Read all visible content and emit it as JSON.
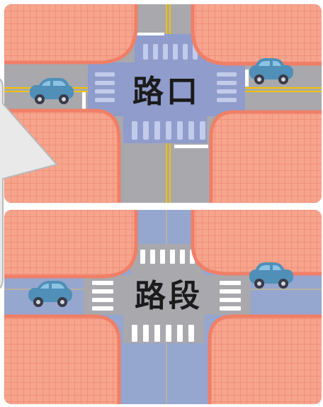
{
  "panels": {
    "top": {
      "label": "路口"
    },
    "bottom": {
      "label": "路段"
    }
  },
  "icons": [
    "car-icon",
    "crosswalk",
    "city-block"
  ],
  "colors": {
    "block_fill": "#f7a48d",
    "block_border": "#f07f67",
    "grid_line": "#e97e67",
    "road_gray": "#a8a8ad",
    "intersection_blue": "#8f9ccc",
    "road_blue": "#95a6cf",
    "zebra_light": "#c2cbea",
    "center_line": "#f2c200",
    "car_body": "#4f8fb8",
    "car_window": "#8cc3e3",
    "callout_fill": "#e9e9e9"
  }
}
